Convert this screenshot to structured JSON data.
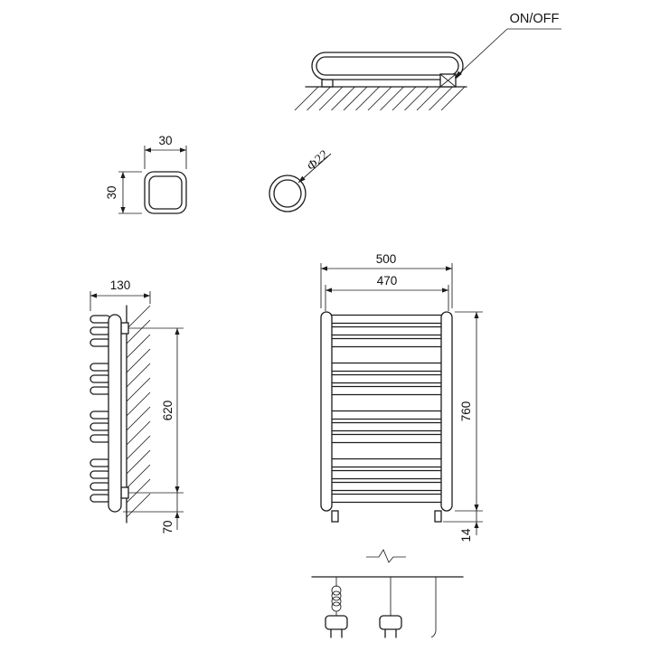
{
  "page": {
    "background": "#ffffff"
  },
  "colors": {
    "line": "#1c1c1c",
    "text": "#111111"
  },
  "drawing": {
    "power_label": "ON/OFF",
    "profile_detail": {
      "width_mm": "30",
      "height_mm": "30"
    },
    "tube_detail": {
      "diameter_label": "Φ22"
    },
    "side_view": {
      "depth_mm": "130",
      "mount_span_mm": "620",
      "bottom_offset_mm": "70"
    },
    "front_view": {
      "overall_width_mm": "500",
      "inner_width_mm": "470",
      "overall_height_mm": "760",
      "foot_height_mm": "14"
    }
  }
}
